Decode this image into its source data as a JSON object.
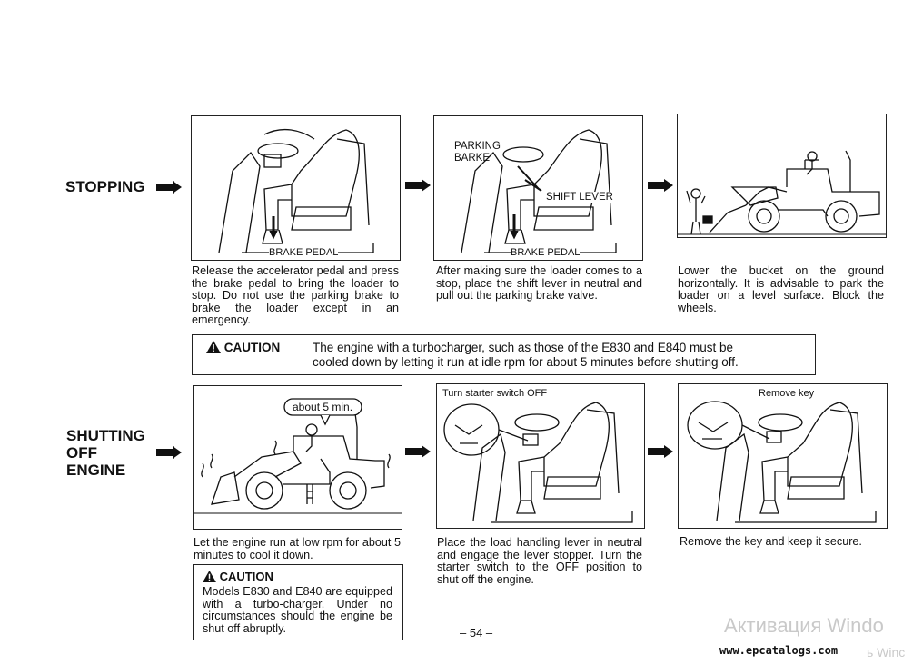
{
  "stopping": {
    "heading": "STOPPING",
    "step1": {
      "label": "BRAKE PEDAL",
      "caption": "Release the accelerator pedal and press the brake pedal to bring the loader to stop. Do not use the parking brake to brake the loader except in an emergency."
    },
    "step2": {
      "label_parking": "PARKING",
      "label_barke": "BARKE",
      "label_shift": "SHIFT LEVER",
      "label_brake": "BRAKE PEDAL",
      "caption": "After making sure the loader comes to a stop, place the shift lever in neutral and pull out the parking brake valve."
    },
    "step3": {
      "caption": "Lower the bucket on the ground horizontally. It is advisable to park the loader on a level surface. Block the wheels."
    }
  },
  "caution_main": {
    "title": "CAUTION",
    "text_line1": "The engine with a turbocharger, such as those of the E830 and E840 must be",
    "text_line2": "cooled down by letting it run at idle rpm for about 5 minutes before shutting off."
  },
  "shutting": {
    "heading_line1": "SHUTTING",
    "heading_line2": "OFF",
    "heading_line3": "ENGINE",
    "step1": {
      "bubble": "about 5 min.",
      "caption": "Let the engine run at low rpm for about 5 minutes to cool it down."
    },
    "step2": {
      "label": "Turn starter switch OFF",
      "caption": "Place the load handling lever in neutral and engage the lever stopper. Turn the starter switch to the OFF position to shut off the engine."
    },
    "step3": {
      "label": "Remove key",
      "caption": "Remove the key and keep it secure."
    }
  },
  "caution_small": {
    "title": "CAUTION",
    "text": "Models E830 and E840 are equipped with a turbo-charger. Under no circumstances should the engine be shut off abruptly."
  },
  "page_number": "– 54 –",
  "watermark": {
    "line1": "Активация Windo",
    "line2": "ь Winc"
  },
  "site_url": "www.epcatalogs.com"
}
